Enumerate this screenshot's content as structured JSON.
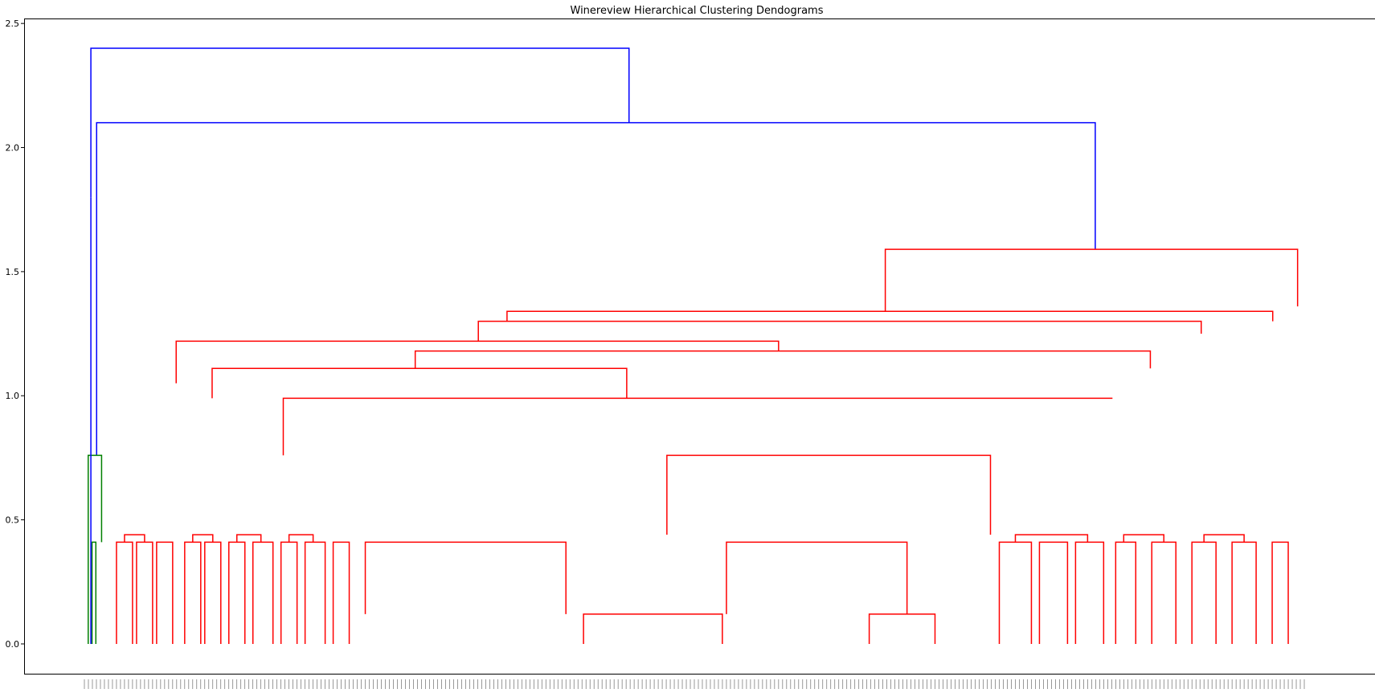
{
  "chart_data": {
    "type": "dendrogram",
    "title": "Winereview Hierarchical Clustering Dendograms",
    "xlabel": "",
    "ylabel": "",
    "ylim": [
      -0.12,
      2.52
    ],
    "yticks": [
      0.0,
      0.5,
      1.0,
      1.5,
      2.0,
      2.5
    ],
    "ytick_labels": [
      "0.0",
      "0.5",
      "1.0",
      "1.5",
      "2.0",
      "2.5"
    ],
    "grid": false,
    "link_colors": {
      "above_threshold": "#0000ff",
      "cluster_1": "#008000",
      "cluster_2": "#ff0000"
    },
    "leaf_count": 305,
    "links": [
      {
        "xl": 1.7,
        "xr": 142.4,
        "h": 2.4,
        "hl": 1.8,
        "hr": 2.1,
        "color": "above_threshold"
      },
      {
        "xl": 3.2,
        "xr": 264.3,
        "h": 2.1,
        "hl": 0.76,
        "hr": 1.59,
        "color": "above_threshold"
      },
      {
        "xl": 209.4,
        "xr": 317.2,
        "h": 1.59,
        "hl": 1.34,
        "hr": 1.36,
        "color": "cluster_2"
      },
      {
        "xl": 110.5,
        "xr": 310.7,
        "h": 1.34,
        "hl": 1.3,
        "hr": 1.3,
        "color": "cluster_2"
      },
      {
        "xl": 103.0,
        "xr": 292.0,
        "h": 1.3,
        "hl": 1.22,
        "hr": 1.25,
        "color": "cluster_2"
      },
      {
        "xl": 181.5,
        "xr": 24.0,
        "h": 1.22,
        "hl": 1.18,
        "hr": 1.05,
        "color": "cluster_2"
      },
      {
        "xl": 86.5,
        "xr": 278.7,
        "h": 1.18,
        "hl": 1.11,
        "hr": 1.11,
        "color": "cluster_2"
      },
      {
        "xl": 33.4,
        "xr": 141.8,
        "h": 1.11,
        "hl": 0.99,
        "hr": 0.99,
        "color": "cluster_2"
      },
      {
        "xl": 52.0,
        "xr": 268.8,
        "h": 0.99,
        "hl": 0.76,
        "hr": 0.99,
        "color": "cluster_2"
      },
      {
        "xl": 152.3,
        "xr": 236.9,
        "h": 0.76,
        "hl": 0.44,
        "hr": 0.44,
        "color": "cluster_2"
      },
      {
        "xl": 130.5,
        "xr": 166.8,
        "h": 0.12,
        "hl": 0.0,
        "hr": 0.0,
        "color": "cluster_2"
      },
      {
        "xl": 205.2,
        "xr": 222.4,
        "h": 0.12,
        "hl": 0.0,
        "hr": 0.0,
        "color": "cluster_2"
      },
      {
        "xl": 2.0,
        "xr": 3.0,
        "h": 0.41,
        "hl": 0.0,
        "hr": 0.0,
        "color": "cluster_1"
      },
      {
        "xl": 1.0,
        "xr": 4.5,
        "h": 0.76,
        "hl": 0.0,
        "hr": 0.41,
        "color": "cluster_1"
      },
      {
        "xl": 1.7,
        "xr": 1.7,
        "h": 1.8,
        "hl": 0.0,
        "hr": 0.0,
        "color": "above_threshold"
      }
    ],
    "leaf_labels": []
  }
}
